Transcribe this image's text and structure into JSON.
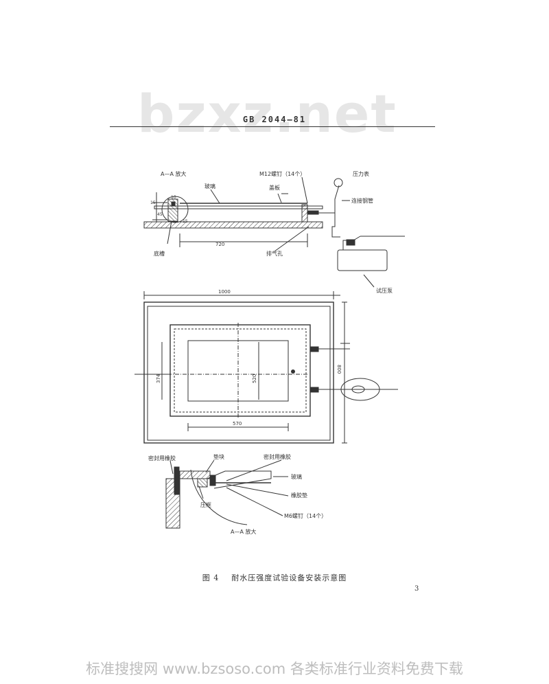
{
  "watermark_top": "bzxz.net",
  "standard_number": "GB 2044—81",
  "labels": {
    "section_aa_top": "A—A 放大",
    "glass": "玻璃",
    "cover_plate": "盖板",
    "bolt_top": "M12螺钉（14个）",
    "pressure_gauge": "压力表",
    "connecting_pipe": "连接钢管",
    "base_tank": "底槽",
    "vent_hole": "排气孔",
    "test_pump": "试压泵",
    "sealant_left": "密封用橡胶",
    "gasket": "垫块",
    "sealant_right": "密封用橡胶",
    "glass_detail": "玻璃",
    "rubber_pad": "橡胶垫",
    "clamp": "压框",
    "bolt_bottom": "M6螺钉（14个）",
    "section_aa_bottom": "A—A 放大"
  },
  "dimensions": {
    "d10": "10",
    "d15a": "15",
    "d45": "45",
    "d15b": "15",
    "d720": "720",
    "d1000": "1000",
    "d800": "800",
    "d374": "374",
    "d520": "520",
    "d570": "570"
  },
  "caption": {
    "figure_no": "图 4",
    "title": "耐水压强度试验设备安装示意图"
  },
  "page_number": "3",
  "watermark_bottom": "标准搜搜网 www.bzsoso.com 各类标准行业资料免费下载"
}
